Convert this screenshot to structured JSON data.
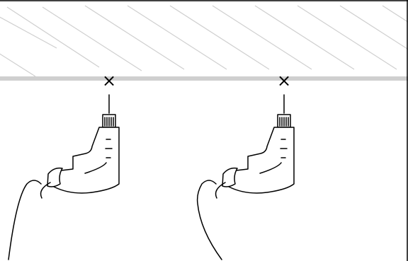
{
  "diagram": {
    "scene": "ceiling-drilling-instruction",
    "ceiling": {
      "fill": "#ffffff",
      "hatch_color": "#cfcfcf",
      "line_color": "#cfcfcf",
      "outline_color": "#000000"
    },
    "drills": [
      {
        "id": "left",
        "mark": "×"
      },
      {
        "id": "right",
        "mark": "×"
      }
    ],
    "icons": {
      "drill": "drill-icon",
      "mark": "x-mark-icon"
    },
    "colors": {
      "stroke": "#000000",
      "background": "#ffffff"
    }
  }
}
